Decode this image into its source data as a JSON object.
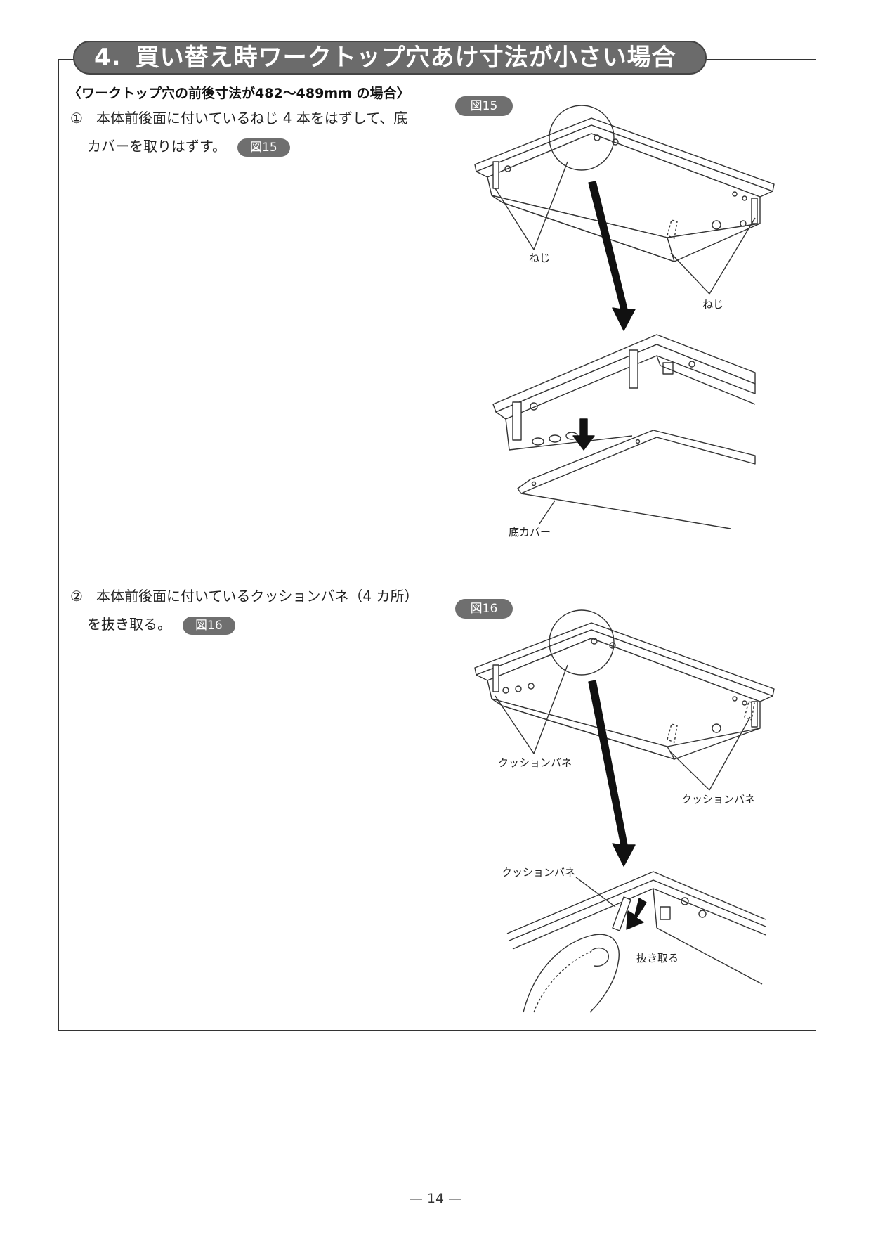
{
  "header": {
    "number": "4.",
    "title": "買い替え時ワークトップ穴あけ寸法が小さい場合"
  },
  "subheading": "〈ワークトップ穴の前後寸法が482〜489mm の場合〉",
  "steps": [
    {
      "marker": "①",
      "line1": "本体前後面に付いているねじ 4 本をはずして、底",
      "line2": "カバーを取りはずす。",
      "badge": "図15"
    },
    {
      "marker": "②",
      "line1": "本体前後面に付いているクッションバネ（4 カ所）",
      "line2": "を抜き取る。",
      "badge": "図16"
    }
  ],
  "figures": [
    {
      "badge": "図15",
      "labels": {
        "screw_left": "ねじ",
        "screw_right": "ねじ",
        "bottom_cover": "底カバー"
      }
    },
    {
      "badge": "図16",
      "labels": {
        "spring_left": "クッションバネ",
        "spring_right": "クッションバネ",
        "spring_detail": "クッションバネ",
        "pull_out": "抜き取る"
      }
    }
  ],
  "footer": {
    "page": "— 14 —"
  }
}
